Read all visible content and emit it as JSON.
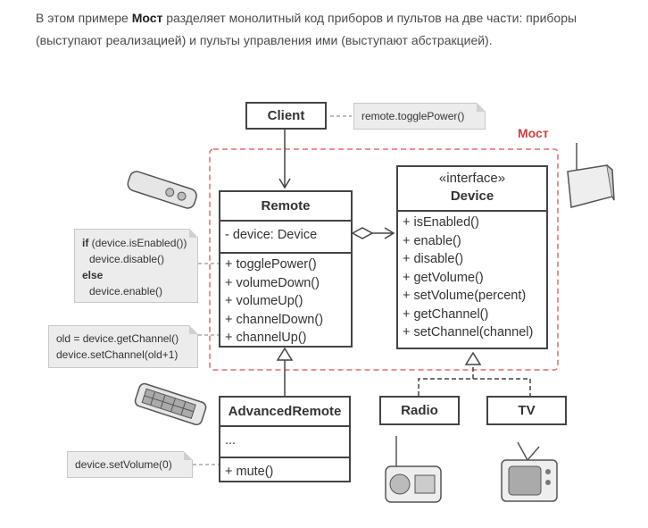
{
  "intro": {
    "part1": "В этом примере ",
    "bold": "Мост",
    "part2": " разделяет монолитный код приборов и пультов на две части: приборы (выступают реализацией) и пульты управления ими (выступают абстракцией)."
  },
  "bridge_label": "Мост",
  "client": {
    "title": "Client",
    "note": "remote.togglePower()"
  },
  "remote": {
    "title": "Remote",
    "field": "- device: Device",
    "methods": [
      "+ togglePower()",
      "+ volumeDown()",
      "+ volumeUp()",
      "+ channelDown()",
      "+ channelUp()"
    ]
  },
  "device": {
    "stereotype": "«interface»",
    "title": "Device",
    "methods": [
      "+ isEnabled()",
      "+ enable()",
      "+ disable()",
      "+ getVolume()",
      "+ setVolume(percent)",
      "+ getChannel()",
      "+ setChannel(channel)"
    ]
  },
  "advanced": {
    "title": "AdvancedRemote",
    "field": "...",
    "method": "+ mute()"
  },
  "radio": {
    "title": "Radio"
  },
  "tv": {
    "title": "TV"
  },
  "notes": {
    "toggle": {
      "if_kw": "if",
      "if_rest": " (device.isEnabled())",
      "l2": "device.disable()",
      "else_kw": "else",
      "l4": "device.enable()"
    },
    "channel": {
      "l1": "old = device.getChannel()",
      "l2": "device.setChannel(old+1)"
    },
    "mute": "device.setVolume(0)"
  },
  "colors": {
    "bridge": "#d04040",
    "border": "#444444",
    "note_bg": "#ececec"
  }
}
